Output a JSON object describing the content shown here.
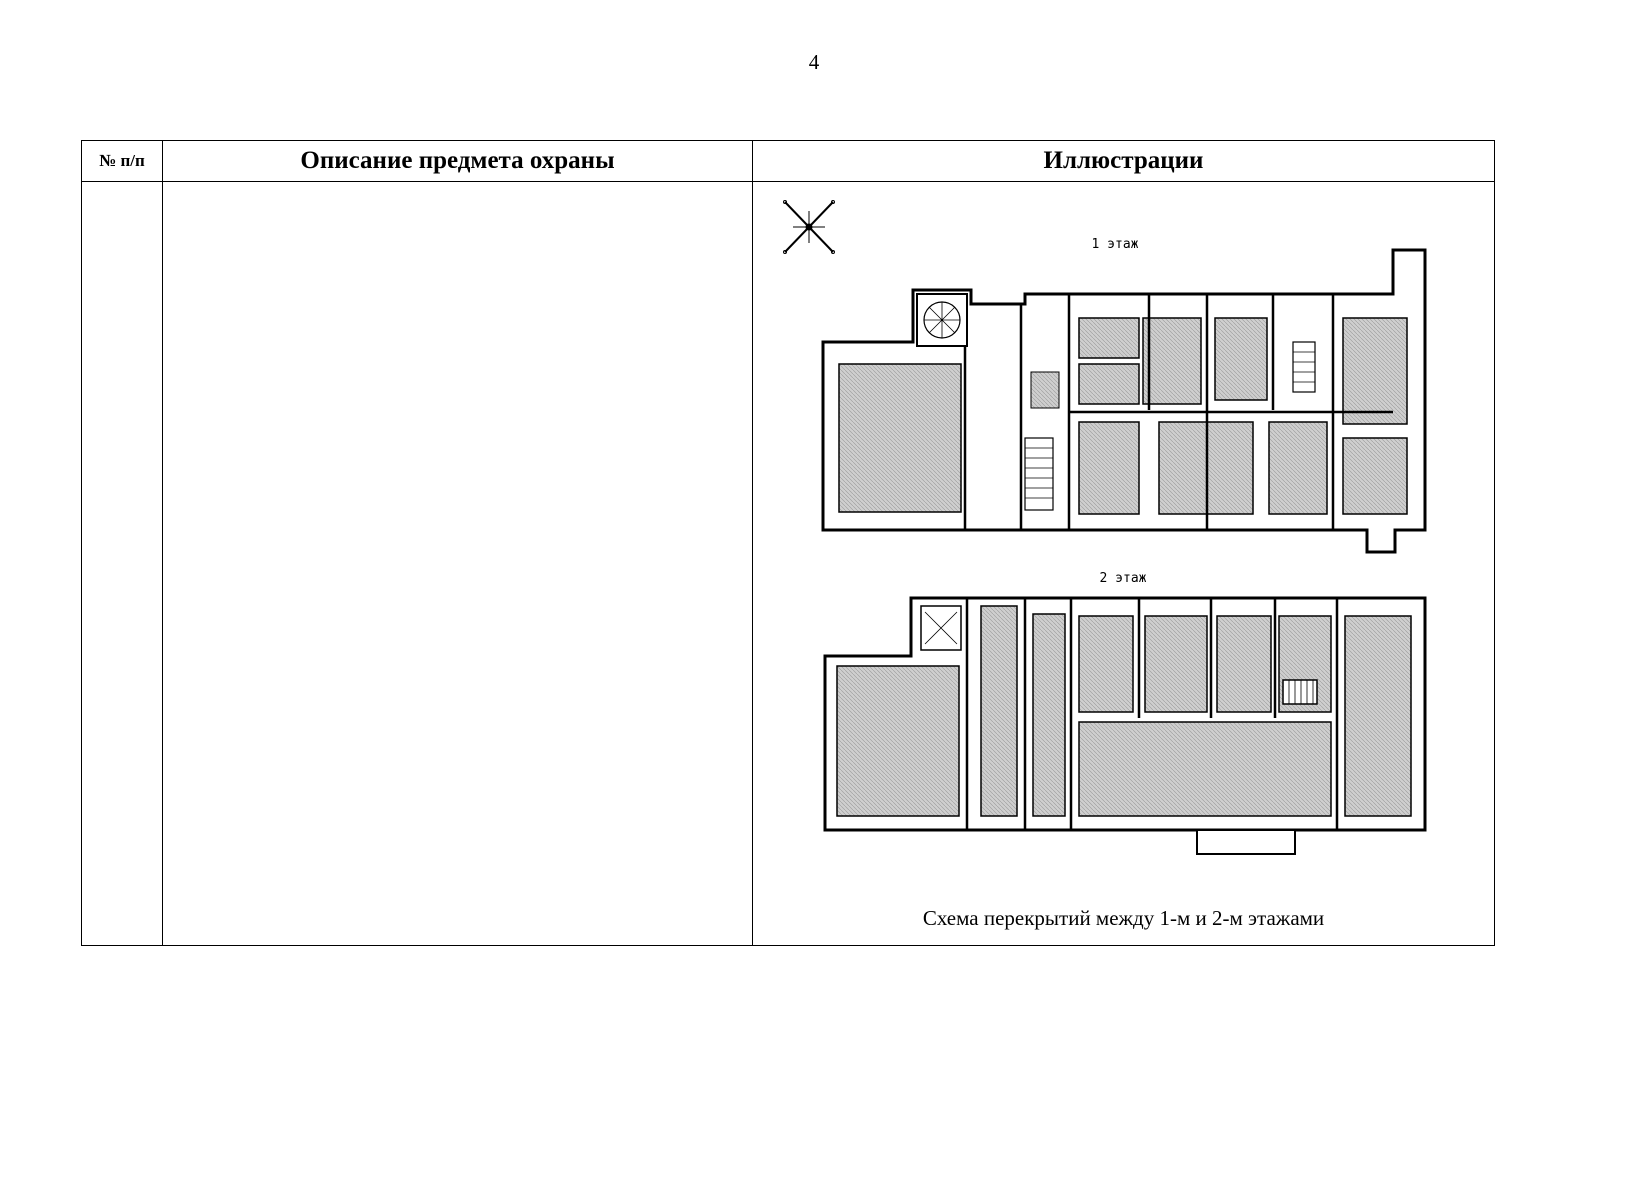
{
  "page_number": "4",
  "table": {
    "headers": {
      "number": "№ п/п",
      "description": "Описание предмета охраны",
      "illustrations": "Иллюстрации"
    },
    "rows": [
      {
        "number": "",
        "description": "",
        "illustration": {
          "plan_labels": [
            "1 этаж",
            "2 этаж"
          ],
          "caption": "Схема перекрытий между 1-м и 2-м этажами",
          "icons": [
            "compass-north-arrow-icon"
          ]
        }
      }
    ]
  },
  "colors": {
    "hatch_fill": "#c8c8c8",
    "lines": "#000000"
  }
}
